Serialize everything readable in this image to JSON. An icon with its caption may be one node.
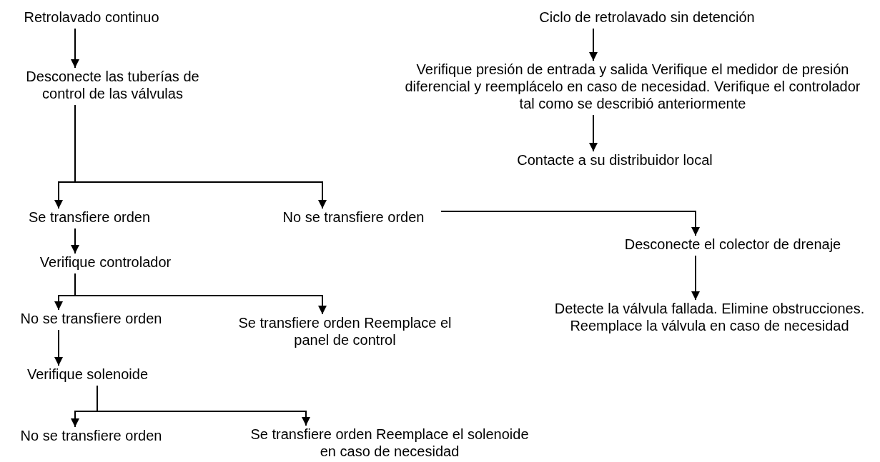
{
  "diagram": {
    "nodes": [
      {
        "text": [
          "Retrolavado continuo"
        ]
      },
      {
        "text": [
          "Desconecte las tuberías de control de las válvulas"
        ]
      },
      {
        "text": [
          "Se transfiere orden"
        ]
      },
      {
        "text": [
          "No se transfiere orden"
        ]
      },
      {
        "text": [
          "Verifique controlador"
        ]
      },
      {
        "text": [
          "No se transfiere orden"
        ]
      },
      {
        "text": [
          "Se transfiere orden Reemplace el panel de control"
        ]
      },
      {
        "text": [
          "Verifique solenoide"
        ]
      },
      {
        "text": [
          "No se transfiere orden"
        ]
      },
      {
        "text": [
          "Se transfiere orden Reemplace el solenoide en caso de necesidad"
        ]
      },
      {
        "text": [
          "Ciclo de retrolavado sin detención"
        ]
      },
      {
        "text": [
          "Verifique presión de entrada y salida  Verifique el medidor de presión diferencial y reemplácelo en caso de necesidad. Verifique el controlador tal como se describió anteriormente"
        ]
      },
      {
        "text": [
          "Contacte a su distribuidor local"
        ]
      },
      {
        "text": [
          "Desconecte el colector de drenaje"
        ]
      },
      {
        "text": [
          "Detecte la válvula fallada. Elimine obstrucciones. Reemplace la válvula en caso de necesidad"
        ]
      }
    ],
    "edges": [
      {
        "from": 0,
        "to": 1,
        "arrow": "to"
      },
      {
        "from": 1,
        "to": 2,
        "arrow": "to"
      },
      {
        "from": 1,
        "to": 3,
        "arrow": "to"
      },
      {
        "from": 2,
        "to": 4,
        "arrow": "to"
      },
      {
        "from": 4,
        "to": 5,
        "arrow": "to"
      },
      {
        "from": 4,
        "to": 6,
        "arrow": "to"
      },
      {
        "from": 5,
        "to": 7,
        "arrow": "to"
      },
      {
        "from": 7,
        "to": 8,
        "arrow": "to"
      },
      {
        "from": 7,
        "to": 9,
        "arrow": "to"
      },
      {
        "from": 10,
        "to": 11,
        "arrow": "to"
      },
      {
        "from": 11,
        "to": 12,
        "arrow": "to"
      },
      {
        "from": 3,
        "to": 13,
        "arrow": "to"
      },
      {
        "from": 13,
        "to": 14,
        "arrow": "to"
      }
    ]
  }
}
